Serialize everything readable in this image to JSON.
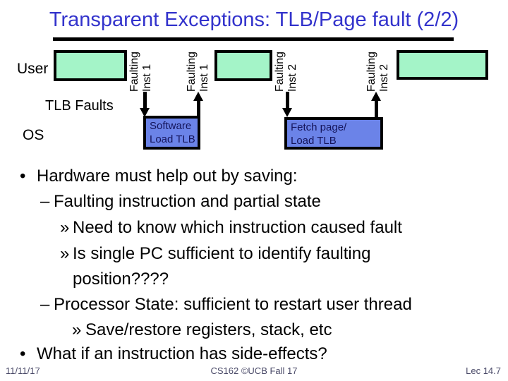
{
  "slide": {
    "title": "Transparent Exceptions: TLB/Page fault (2/2)",
    "footer": {
      "date": "11/11/17",
      "course": "CS162 ©UCB Fall 17",
      "lecture": "Lec 14.7"
    }
  },
  "diagram": {
    "user_label": "User",
    "tlb_faults_label": "TLB Faults",
    "os_label": "OS",
    "vertical_labels": [
      {
        "line1": "Faulting",
        "line2": "Inst 1"
      },
      {
        "line1": "Faulting",
        "line2": "Inst 1"
      },
      {
        "line1": "Faulting",
        "line2": "Inst 2"
      },
      {
        "line1": "Faulting",
        "line2": "Inst 2"
      }
    ],
    "os_boxes": [
      {
        "line1": "Software",
        "line2": "Load TLB"
      },
      {
        "line1": "Fetch page/",
        "line2": "Load TLB"
      }
    ]
  },
  "bullets": [
    {
      "marker": "•",
      "text": "Hardware must help out by saving:"
    },
    {
      "marker": "–",
      "text": "Faulting instruction and partial state"
    },
    {
      "marker": "»",
      "text": "Need to know which instruction caused fault"
    },
    {
      "marker": "»",
      "text": "Is single PC sufficient to identify faulting"
    },
    {
      "marker": "",
      "text": "position????"
    },
    {
      "marker": "–",
      "text": "Processor State: sufficient to restart user thread"
    },
    {
      "marker": "»",
      "text": "Save/restore registers, stack, etc"
    },
    {
      "marker": "•",
      "text": "What if an instruction has side-effects?"
    }
  ],
  "colors": {
    "title_text": "#3333CC",
    "timeline_box_fill": "#A4F4C8",
    "os_box_fill": "#6B83E8",
    "os_box_text": "#14145A",
    "footer_text": "#4A4A68"
  }
}
